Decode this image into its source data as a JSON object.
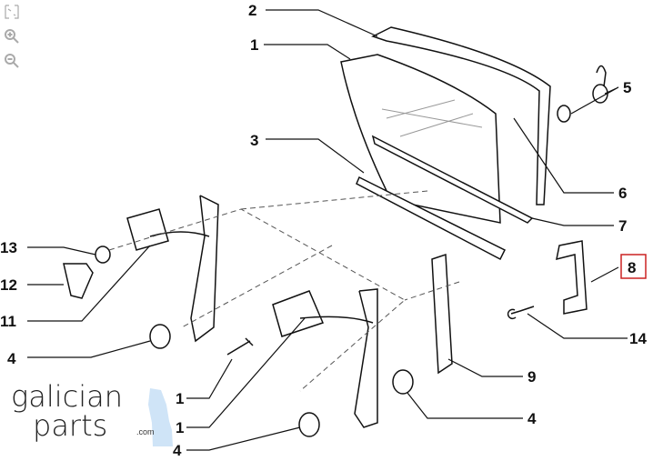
{
  "toolbar": {
    "fullscreen_icon": "fullscreen-icon",
    "zoom_in_icon": "zoom-in-icon",
    "zoom_out_icon": "zoom-out-icon"
  },
  "labels": {
    "p2": "2",
    "p1": "1",
    "p3": "3",
    "p13": "13",
    "p12": "12",
    "p11": "11",
    "p4a": "4",
    "p10hidden": "1",
    "p11hidden": "1",
    "p4b": "4",
    "p5": "5",
    "p6": "6",
    "p7": "7",
    "p8": "8",
    "p14": "14",
    "p9": "9",
    "p4c": "4"
  },
  "logo": {
    "line1": "galician",
    "line2": "parts",
    "suffix": ".com",
    "accent": "#cfe4f7"
  },
  "highlight_color": "#cc2222"
}
